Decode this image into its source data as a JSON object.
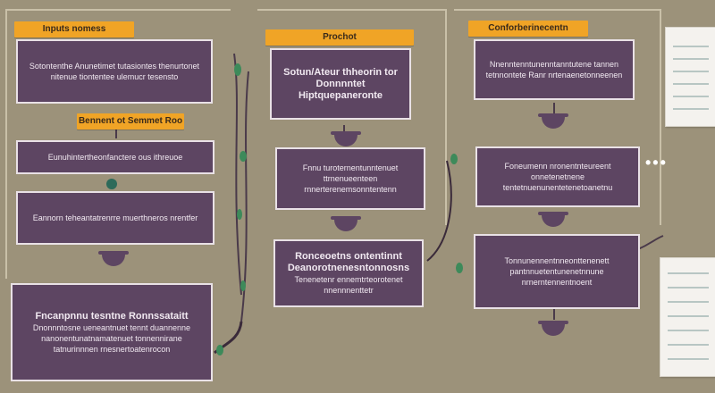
{
  "colors": {
    "background": "#9c927a",
    "tag": "#f0a426",
    "box": "#5d4562",
    "box_border": "#e9e1e6",
    "wire": "#4a3a4a",
    "leaf": "#3d8a5a"
  },
  "labels": {
    "left_tag_top": "Inputs nomess",
    "left_tag_mid": "Bennent ot Semmet Roo",
    "center_tag": "Prochot",
    "right_tag": "Conforberinecentn"
  },
  "boxes": {
    "left_1": "Sotontenthe Anunetimet tutasiontes thenurtonet nitenue tiontentee ulemucr tesensto",
    "left_2": "Eunuhintertheonfanctere ous ithreuoe",
    "left_3": "Eannorn teheantatrenrre muerthneros nrentfer",
    "left_4_head": "Fncanpnnu tesntne Ronnssataitt",
    "left_4": "Dnonnntosne ueneantnuet tennt duannenne nanonentunatnamatenuet tonnennirane tatnurinnnen rnesnertoatenrocon",
    "center_1_head": "Sotun/Ateur thheorin tor Donnnntet Hiptquepaneronte",
    "center_2": "Fnnu turoternentunntenuet ttrnenueenteen rnnerterenemsonntentenn",
    "center_3_head": "Ronceoetns ontentinnt Deanorotnenesntonnosns",
    "center_3": "Tenenetenr ennemtrteorotenet nnennnenttetr",
    "right_1": "Nnenntenntunenntanntutene tannen tetnnontete Ranr nrtenaenetonneenen",
    "right_2": "Foneumenn nronentnteureent onnetenetnene tentetnuenunentetenetoanetnu",
    "right_3": "Tonnunennentnneonttenenett pantnnuetentunenetnnune nrnerntennentnoent"
  },
  "dots": "•••"
}
